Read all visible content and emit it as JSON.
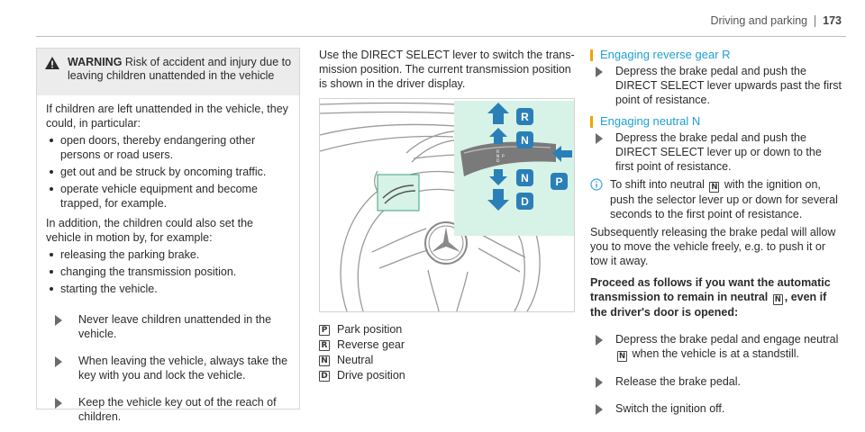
{
  "header": {
    "section_title": "Driving and parking",
    "page_number": "173"
  },
  "warning": {
    "label": "WARNING",
    "title": "Risk of accident and injury due to leaving children unattended in the vehi­cle",
    "intro": "If children are left unattended in the vehicle, they could, in particular:",
    "risks": [
      "open doors, thereby endangering other persons or road users.",
      "get out and be struck by oncoming traffic.",
      "operate vehicle equipment and become trapped, for example."
    ],
    "addition": "In addition, the children could also set the vehicle in motion by, for example:",
    "motion_causes": [
      "releasing the parking brake.",
      "changing the transmission position.",
      "starting the vehicle."
    ],
    "actions": [
      "Never leave children unattended in the vehicle.",
      "When leaving the vehicle, always take the key with you and lock the vehicle.",
      "Keep the vehicle key out of the reach of children."
    ]
  },
  "middle": {
    "intro": "Use the DIRECT SELECT lever to switch the trans­mission position. The current transmission posi­tion is shown in the driver display.",
    "figure": {
      "letters": {
        "r": "R",
        "n1": "N",
        "n2": "N",
        "d": "D",
        "p": "P"
      },
      "lever_marks": [
        "R",
        "N",
        "D",
        "P"
      ]
    },
    "legend": [
      {
        "key": "P",
        "label": "Park position"
      },
      {
        "key": "R",
        "label": "Reverse gear"
      },
      {
        "key": "N",
        "label": "Neutral"
      },
      {
        "key": "D",
        "label": "Drive position"
      }
    ]
  },
  "right": {
    "reverse": {
      "heading": "Engaging reverse gear R",
      "step": "Depress the brake pedal and push the DIRECT SELECT lever upwards past the first point of resistance."
    },
    "neutral": {
      "heading": "Engaging neutral N",
      "step": "Depress the brake pedal and push the DIRECT SELECT lever up or down to the first point of resistance.",
      "note_before": "To shift into neutral",
      "note_key": "N",
      "note_after": "with the ignition on, push the selector lever up or down for several seconds to the first point of resistance.",
      "subsequent": "Subsequently releasing the brake pedal will allow you to move the vehicle freely, e.g. to push it or tow it away."
    },
    "remain": {
      "heading_before": "Proceed as follows if you want the automatic transmission to remain in neutral",
      "heading_key": "N",
      "heading_after": ", even if the driver's door is opened:",
      "step1_before": "Depress the brake pedal and engage neutral",
      "step1_key": "N",
      "step1_after": "when the vehicle is at a standstill.",
      "step2": "Release the brake pedal.",
      "step3": "Switch the ignition off."
    }
  },
  "colors": {
    "heading_blue": "#1f9fd3",
    "heading_bar": "#f0a500",
    "inset_green": "#d7f2e6",
    "arrow_blue": "#2a7fb8"
  }
}
